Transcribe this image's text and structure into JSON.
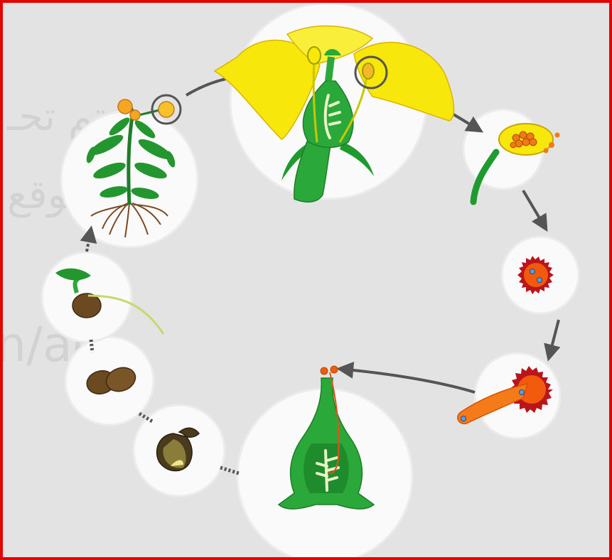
{
  "watermark": {
    "line1": "تم تحـ",
    "line2": "موقع",
    "line3": "n/ae"
  },
  "stages": [
    "mature-plant",
    "flower",
    "anther",
    "pollen-grain",
    "pollen-tube",
    "fertilized-ovary",
    "seed-section",
    "seeds",
    "seedling"
  ],
  "colors": {
    "frame": "#e10600",
    "background": "#e3e3e3",
    "petal": "#f7e70a",
    "plant_green": "#1e9a2e",
    "pollen": "#f25a0c",
    "seed": "#6b4a22",
    "arrow": "#555555"
  }
}
